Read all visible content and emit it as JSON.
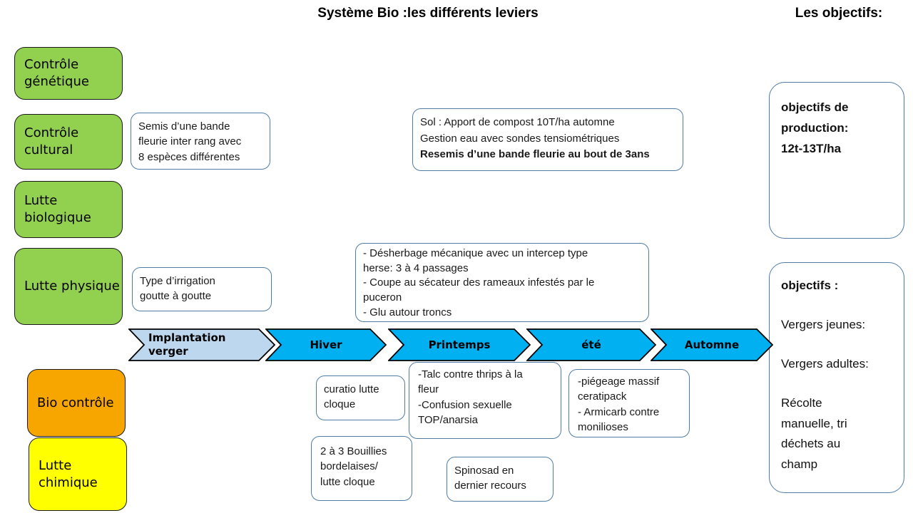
{
  "slide": {
    "title": "Système Bio :les différents leviers",
    "objectives_heading": "Les objectifs:"
  },
  "levers": [
    {
      "label": "Contrôle génétique",
      "color": "#92D050"
    },
    {
      "label": "Contrôle cultural",
      "color": "#92D050"
    },
    {
      "label": "Lutte biologique",
      "color": "#92D050"
    },
    {
      "label": "Lutte physique",
      "color": "#92D050"
    },
    {
      "label": "Bio contrôle",
      "color": "#F7A600"
    },
    {
      "label": "Lutte chimique",
      "color": "#FFFF00"
    }
  ],
  "timeline": [
    {
      "label": "Implantation verger",
      "color": "#BDD7EE"
    },
    {
      "label": "Hiver",
      "color": "#00B0F0"
    },
    {
      "label": "Printemps",
      "color": "#00B0F0"
    },
    {
      "label": "été",
      "color": "#00B0F0"
    },
    {
      "label": "Automne",
      "color": "#00B0F0"
    }
  ],
  "notes": {
    "semis": "Semis d’une bande\nfleurie inter rang avec\n8 espèces différentes",
    "sol_regular": "Sol : Apport de compost 10T/ha automne\nGestion eau avec sondes tensiométriques",
    "sol_bold": "Resemis d’une bande fleurie au bout de 3ans",
    "irrigation": "Type d’irrigation\ngoutte à goutte",
    "desherbage": "- Désherbage mécanique avec un intercep type\nherse: 3 à 4 passages\n- Coupe au sécateur des rameaux infestés par le\npuceron\n- Glu autour troncs",
    "curatio": "curatio lutte\ncloque",
    "talc": "-Talc contre thrips à la\nfleur\n-Confusion sexuelle\nTOP/anarsia",
    "piegeage": "-piégeage massif\nceratipack\n- Armicarb contre\nmonilioses",
    "bouillies": "2 à 3 Bouillies\nbordelaises/\nlutte cloque",
    "spinosad": "Spinosad en\ndernier recours"
  },
  "objectives": {
    "production": "objectifs de\nproduction:\n12t-13T/ha",
    "heading": "objectifs :",
    "vergers_jeunes": "Vergers jeunes:",
    "vergers_adultes": "Vergers adultes:",
    "recolte": "Récolte\nmanuelle, tri\ndéchets au\nchamp"
  },
  "colors": {
    "lever_green": "#92D050",
    "bio_controle_orange": "#F7A600",
    "lutte_chimique_yellow": "#FFFF00",
    "timeline_blue": "#00B0F0",
    "timeline_light_blue": "#BDD7EE",
    "note_border_blue": "#4F7CA5",
    "shape_outline": "#1A1A1A"
  }
}
